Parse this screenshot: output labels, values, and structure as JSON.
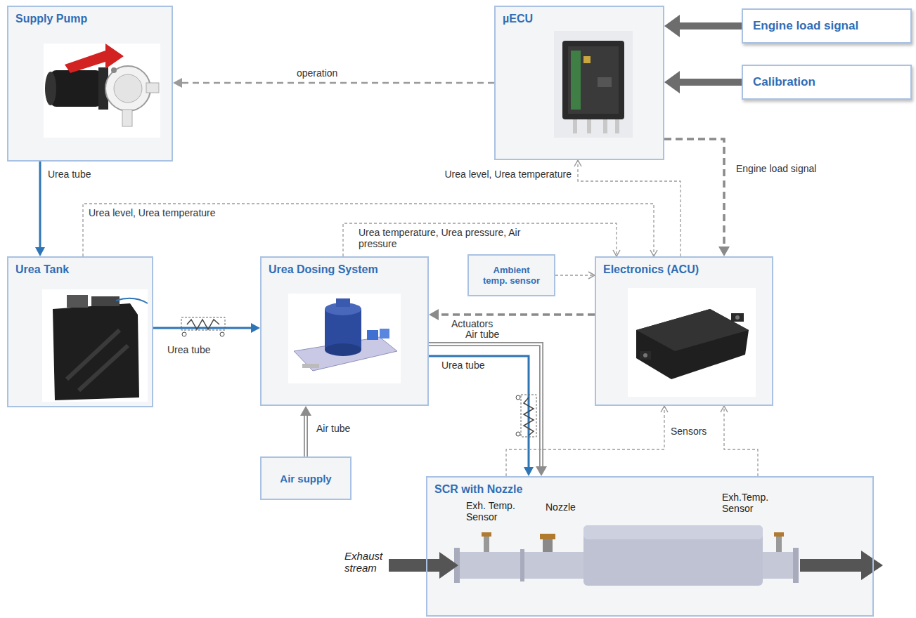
{
  "diagram": {
    "nodes": [
      {
        "text": [
          "Supply Pump"
        ]
      },
      {
        "text": [
          "µECU"
        ]
      },
      {
        "text": [
          "Engine load signal"
        ]
      },
      {
        "text": [
          "Calibration"
        ]
      },
      {
        "text": [
          "Urea Tank"
        ]
      },
      {
        "text": [
          "Urea Dosing System"
        ]
      },
      {
        "text": [
          "Ambient temp. sensor"
        ]
      },
      {
        "text": [
          "Electronics (ACU)"
        ]
      },
      {
        "text": [
          "Air supply"
        ]
      },
      {
        "text": [
          "SCR with Nozzle"
        ]
      }
    ],
    "edges": [
      {
        "from": 2,
        "to": 1,
        "arrow": "to"
      },
      {
        "from": 3,
        "to": 1,
        "arrow": "to"
      },
      {
        "from": 1,
        "to": 0,
        "label": "operation",
        "arrow": "to"
      },
      {
        "from": 0,
        "to": 4,
        "label": "Urea tube",
        "arrow": "to"
      },
      {
        "from": 4,
        "to": 5,
        "label": "Urea tube",
        "arrow": "to"
      },
      {
        "from": 4,
        "to": 7,
        "label": "Urea level, Urea temperature",
        "arrow": "to"
      },
      {
        "from": 7,
        "to": 1,
        "label": "Urea level, Urea temperature",
        "arrow": "to"
      },
      {
        "from": 1,
        "to": 7,
        "label": "Engine load signal",
        "arrow": "to"
      },
      {
        "from": 5,
        "to": 7,
        "label": "Urea temperature, Urea pressure, Air pressure",
        "arrow": "to"
      },
      {
        "from": 6,
        "to": 7,
        "arrow": "to"
      },
      {
        "from": 7,
        "to": 5,
        "label": "Actuators",
        "arrow": "to"
      },
      {
        "from": 5,
        "to": 9,
        "label": "Air tube",
        "arrow": "to"
      },
      {
        "from": 5,
        "to": 9,
        "label": "Urea tube",
        "arrow": "to"
      },
      {
        "from": 8,
        "to": 5,
        "label": "Air tube",
        "arrow": "to"
      },
      {
        "from": 9,
        "to": 7,
        "label": "Sensors",
        "arrow": "to"
      },
      {
        "from": 9,
        "to": 7,
        "arrow": "to"
      }
    ],
    "labels": [
      "Exh. Temp. Sensor",
      "Nozzle",
      "Exh.Temp. Sensor",
      "Exhaust stream"
    ]
  }
}
